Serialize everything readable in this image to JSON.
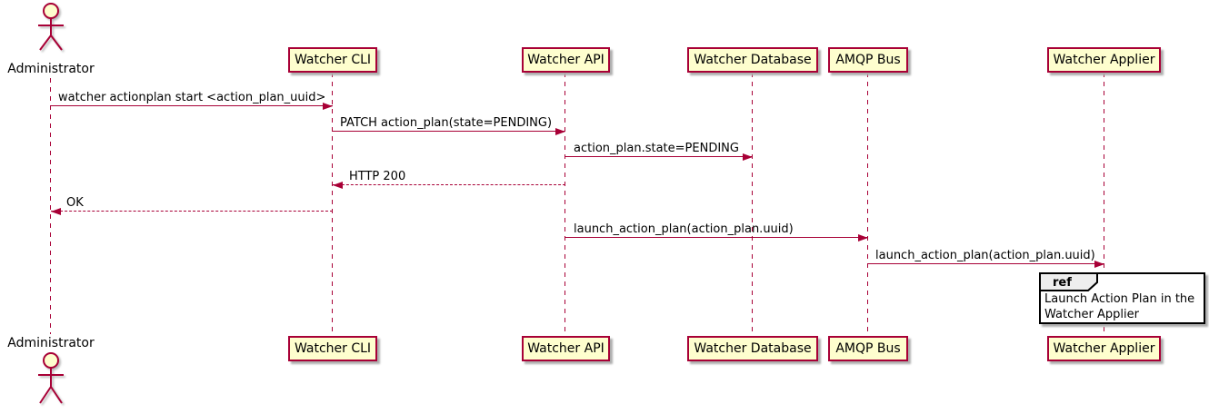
{
  "diagram": {
    "type": "uml-sequence-diagram",
    "colors": {
      "accent": "#A80036",
      "participant_fill": "#FEFECE",
      "lifeline": "#A80036",
      "text": "#000000",
      "ref_border": "#000000",
      "ref_tab_fill": "#EEEEEE",
      "shadow": "#ADADAD",
      "background": "#FFFFFF"
    },
    "icons": {
      "actor": "stick-figure",
      "arrowhead": "filled-triangle"
    },
    "actor": {
      "name": "Administrator"
    },
    "participants": [
      {
        "label": "Watcher CLI"
      },
      {
        "label": "Watcher API"
      },
      {
        "label": "Watcher Database"
      },
      {
        "label": "AMQP Bus"
      },
      {
        "label": "Watcher Applier"
      }
    ],
    "messages": [
      {
        "from": "Administrator",
        "to": "Watcher CLI",
        "style": "solid",
        "label": "watcher actionplan start <action_plan_uuid>"
      },
      {
        "from": "Watcher CLI",
        "to": "Watcher API",
        "style": "solid",
        "label": "PATCH action_plan(state=PENDING)"
      },
      {
        "from": "Watcher API",
        "to": "Watcher Database",
        "style": "solid",
        "label": "action_plan.state=PENDING"
      },
      {
        "from": "Watcher API",
        "to": "Watcher CLI",
        "style": "dashed",
        "label": "HTTP 200"
      },
      {
        "from": "Watcher CLI",
        "to": "Administrator",
        "style": "dashed",
        "label": "OK"
      },
      {
        "from": "Watcher API",
        "to": "AMQP Bus",
        "style": "solid",
        "label": "launch_action_plan(action_plan.uuid)"
      },
      {
        "from": "AMQP Bus",
        "to": "Watcher Applier",
        "style": "solid",
        "label": "launch_action_plan(action_plan.uuid)"
      }
    ],
    "ref": {
      "keyword": "ref",
      "over": "Watcher Applier",
      "text": "Launch Action Plan in the Watcher Applier"
    }
  }
}
